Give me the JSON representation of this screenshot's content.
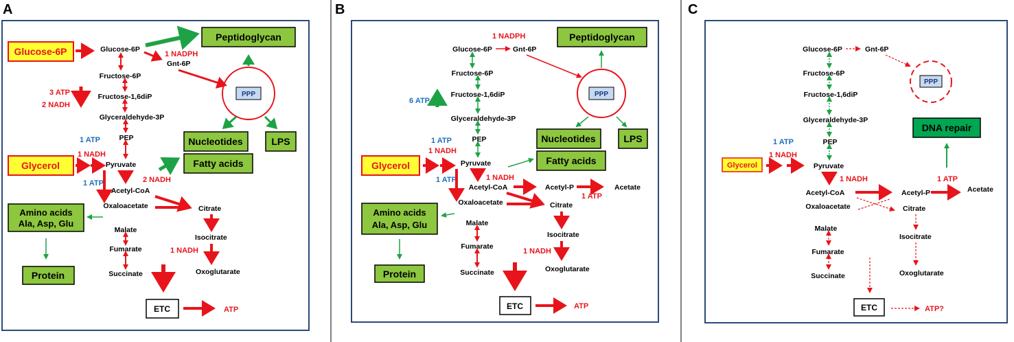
{
  "colors": {
    "red": "#e8141b",
    "green": "#1ea245",
    "blue": "#1f6fbd",
    "box_green": "#8dc63f",
    "box_yellow": "#ffff33",
    "panel_border": "#2c4a7a",
    "divider": "#808080"
  },
  "panelA": {
    "label": "A",
    "glucose6p_box": "Glucose-6P",
    "glycerol_box": "Glycerol",
    "peptidoglycan": "Peptidoglycan",
    "nucleotides": "Nucleotides",
    "lps": "LPS",
    "fatty_acids": "Fatty acids",
    "amino_line1": "Amino acids",
    "amino_line2": "Ala, Asp, Glu",
    "protein": "Protein",
    "ppp": "PPP",
    "etc": "ETC",
    "atp": "ATP",
    "glucose6p": "Glucose-6P",
    "gnt6p": "Gnt-6P",
    "nadph": "1 NADPH",
    "fructose6p": "Fructose-6P",
    "fructose16dip": "Fructose-1,6diP",
    "atp3": "3 ATP",
    "nadh2a": "2 NADH",
    "glyceraldehyde": "Glyceraldehyde-3P",
    "atp1a": "1 ATP",
    "nadh1a": "1 NADH",
    "pep": "PEP",
    "pyruvate": "Pyruvate",
    "atp1b": "1 ATP",
    "nadh2b": "2 NADH",
    "acetylcoa": "Acetyl-CoA",
    "oxaloacetate": "Oxaloacetate",
    "citrate": "Citrate",
    "malate": "Malate",
    "isocitrate": "Isocitrate",
    "fumarate": "Fumarate",
    "nadh1b": "1 NADH",
    "succinate": "Succinate",
    "oxoglutarate": "Oxoglutarate"
  },
  "panelB": {
    "label": "B",
    "glycerol_box": "Glycerol",
    "peptidoglycan": "Peptidoglycan",
    "nucleotides": "Nucleotides",
    "lps": "LPS",
    "fatty_acids": "Fatty acids",
    "amino_line1": "Amino acids",
    "amino_line2": "Ala, Asp, Glu",
    "protein": "Protein",
    "ppp": "PPP",
    "etc": "ETC",
    "atp": "ATP",
    "nadph": "1 NADPH",
    "glucose6p": "Glucose-6P",
    "gnt6p": "Gnt-6P",
    "fructose6p": "Fructose-6P",
    "atp6": "6 ATP",
    "fructose16dip": "Fructose-1,6diP",
    "glyceraldehyde": "Glyceraldehyde-3P",
    "atp1a": "1 ATP",
    "nadh1a": "1 NADH",
    "pep": "PEP",
    "pyruvate": "Pyruvate",
    "atp1b": "1 ATP",
    "nadh1b": "1 NADH",
    "acetylcoa": "Acetyl-CoA",
    "acetylp": "Acetyl-P",
    "acetate": "Acetate",
    "atp1c": "1 ATP",
    "oxaloacetate": "Oxaloacetate",
    "citrate": "Citrate",
    "malate": "Malate",
    "isocitrate": "Isocitrate",
    "fumarate": "Fumarate",
    "nadh1c": "1 NADH",
    "succinate": "Succinate",
    "oxoglutarate": "Oxoglutarate"
  },
  "panelC": {
    "label": "C",
    "glycerol_box": "Glycerol",
    "dna_repair": "DNA repair",
    "ppp": "PPP",
    "etc": "ETC",
    "atp_q": "ATP?",
    "glucose6p": "Glucose-6P",
    "gnt6p": "Gnt-6P",
    "fructose6p": "Fructose-6P",
    "fructose16dip": "Fructose-1,6diP",
    "glyceraldehyde": "Glyceraldehyde-3P",
    "atp1a": "1 ATP",
    "nadh1a": "1 NADH",
    "pep": "PEP",
    "pyruvate": "Pyruvate",
    "nadh1b": "1 NADH",
    "atp1c": "1 ATP",
    "acetylcoa": "Acetyl-CoA",
    "acetylp": "Acetyl-P",
    "acetate": "Acetate",
    "oxaloacetate": "Oxaloacetate",
    "citrate": "Citrate",
    "malate": "Malate",
    "isocitrate": "Isocitrate",
    "fumarate": "Fumarate",
    "succinate": "Succinate",
    "oxoglutarate": "Oxoglutarate"
  }
}
